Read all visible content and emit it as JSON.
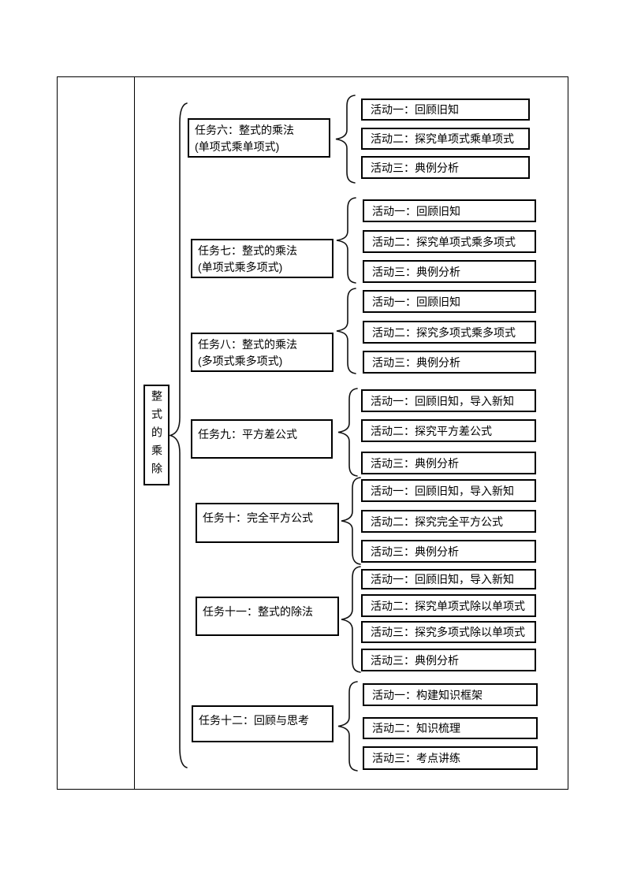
{
  "page": {
    "background": "#ffffff",
    "border_color": "#000000"
  },
  "diagram": {
    "root": {
      "label": "整式的乘除"
    },
    "groups": [
      {
        "task": "任务六：整式的乘法",
        "task_sub": "(单项式乘单项式)",
        "activities": [
          "活动一：回顾旧知",
          "活动二：探究单项式乘单项式",
          "活动三：典例分析"
        ]
      },
      {
        "task": "任务七：整式的乘法",
        "task_sub": "(单项式乘多项式)",
        "activities": [
          "活动一：回顾旧知",
          "活动二：探究单项式乘多项式",
          "活动三：典例分析"
        ]
      },
      {
        "task": "任务八：整式的乘法",
        "task_sub": "(多项式乘多项式)",
        "activities": [
          "活动一：回顾旧知",
          "活动二：探究多项式乘多项式",
          "活动三：典例分析"
        ]
      },
      {
        "task": "任务九：平方差公式",
        "activities": [
          "活动一：回顾旧知，导入新知",
          "活动二：探究平方差公式",
          "活动三：典例分析"
        ]
      },
      {
        "task": "任务十：完全平方公式",
        "activities": [
          "活动一：回顾旧知，导入新知",
          "活动二：探究完全平方公式",
          "活动三：典例分析"
        ]
      },
      {
        "task": "任务十一：整式的除法",
        "activities": [
          "活动一：回顾旧知，导入新知",
          "活动二：探究单项式除以单项式",
          "活动三：探究多项式除以单项式",
          "活动三：典例分析"
        ]
      },
      {
        "task": "任务十二：回顾与思考",
        "activities": [
          "活动一：构建知识框架",
          "活动二：知识梳理",
          "活动三：考点讲练"
        ]
      }
    ]
  }
}
